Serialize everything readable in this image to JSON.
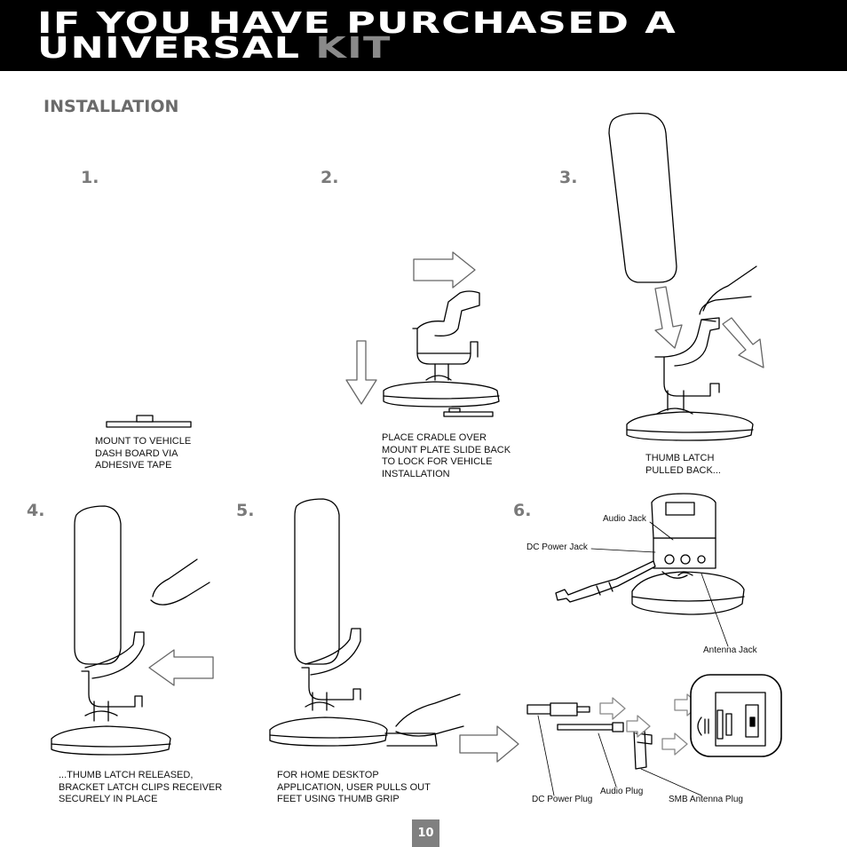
{
  "header": {
    "title_line1": "IF YOU HAVE PURCHASED A",
    "title_line2_main": "UNIVERSAL ",
    "title_line2_accent": "KIT"
  },
  "section_title": "INSTALLATION",
  "steps": [
    {
      "number": "1.",
      "caption": "MOUNT TO VEHICLE\nDASH BOARD VIA\nADHESIVE TAPE"
    },
    {
      "number": "2.",
      "caption": "PLACE CRADLE OVER\nMOUNT PLATE SLIDE BACK\nTO LOCK FOR VEHICLE\nINSTALLATION"
    },
    {
      "number": "3.",
      "caption": "THUMB LATCH\nPULLED BACK..."
    },
    {
      "number": "4.",
      "caption": "...THUMB LATCH RELEASED,\nBRACKET LATCH CLIPS RECEIVER\nSECURELY IN PLACE"
    },
    {
      "number": "5.",
      "caption": "FOR HOME DESKTOP\nAPPLICATION, USER PULLS OUT\nFEET USING THUMB GRIP"
    },
    {
      "number": "6.",
      "caption": ""
    }
  ],
  "connector_labels": {
    "audio_jack": "Audio Jack",
    "dc_power_jack": "DC Power Jack",
    "antenna_jack": "Antenna Jack",
    "dc_power_plug": "DC Power Plug",
    "audio_plug": "Audio Plug",
    "smb_antenna_plug": "SMB Antenna Plug"
  },
  "page_number": "10"
}
